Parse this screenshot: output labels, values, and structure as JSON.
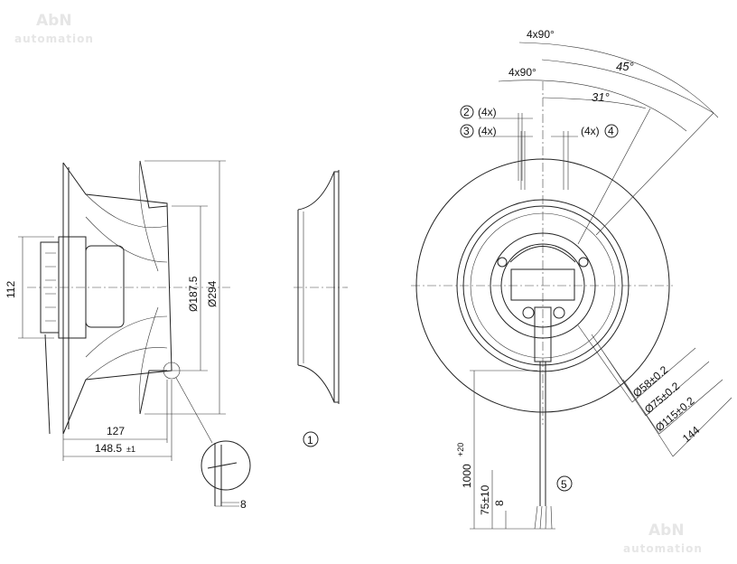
{
  "watermark": {
    "brand": "AbN",
    "sub": "automation"
  },
  "side_view": {
    "height_dim": "112",
    "dia_inner": "Ø187.5",
    "dia_outer": "Ø294",
    "depth_1": "127",
    "depth_2": "148.5",
    "depth_2_tol": "±1",
    "detail_dim": "8"
  },
  "inlet_ring": {
    "label": "1"
  },
  "front_view": {
    "angle_outer": "4x90°",
    "angle_inner": "4x90°",
    "angle_45": "45°",
    "angle_31": "31°",
    "callout_2": "2",
    "callout_2_qty": "(4x)",
    "callout_3": "3",
    "callout_3_qty": "(4x)",
    "callout_4": "4",
    "callout_4_qty": "(4x)",
    "dia_58": "Ø58±0.2",
    "dia_75": "Ø75±0.2",
    "dia_115": "Ø115±0.2",
    "dim_144": "144",
    "cable_length": "1000",
    "cable_length_tol": "+20",
    "strip_length": "75±10",
    "strip_end": "8",
    "callout_5": "5"
  }
}
